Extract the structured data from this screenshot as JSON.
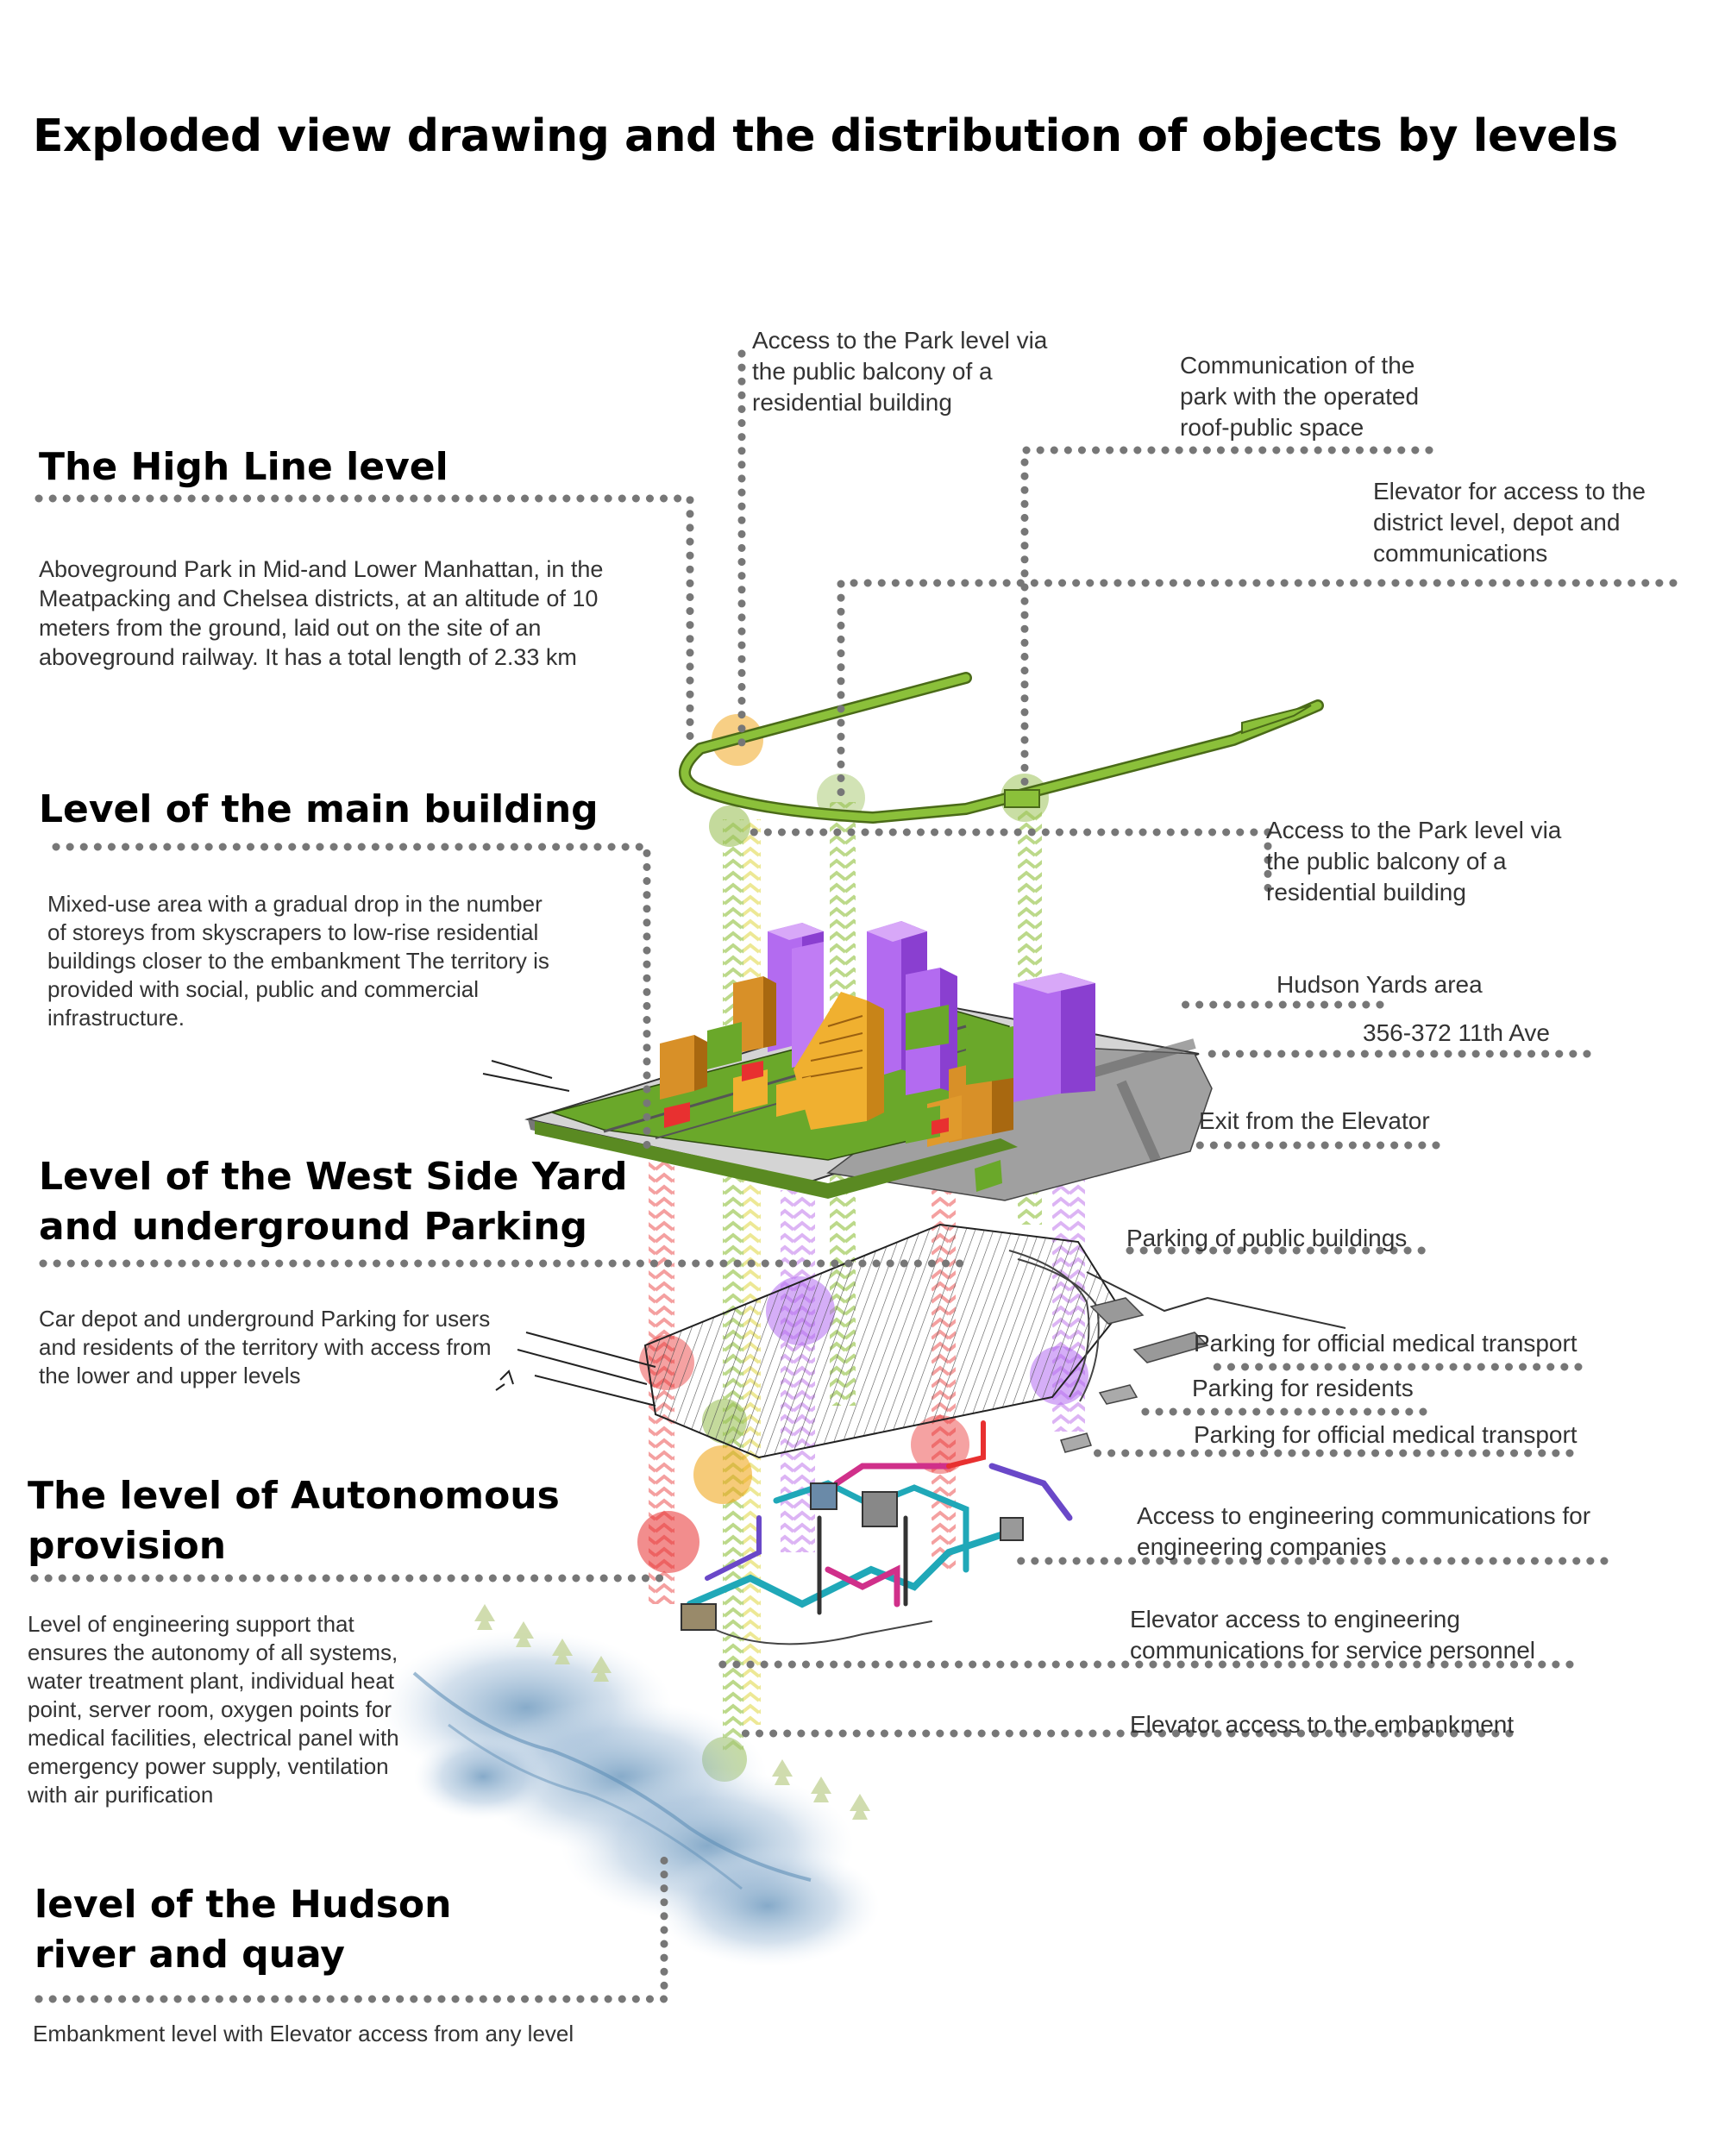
{
  "title": "Exploded view drawing and the distribution of objects by levels",
  "levels": [
    {
      "name": "The High Line level",
      "description": "Aboveground Park in Mid-and Lower Manhattan, in the Meatpacking and Chelsea districts, at an altitude of 10 meters from the ground, laid out on the site of an aboveground railway.  It has a total length of 2.33 km"
    },
    {
      "name": "Level of the main building",
      "description": "Mixed-use area with a gradual drop in the number of storeys from skyscrapers to low-rise residential buildings closer to the embankment  The territory is provided with social, public and commercial infrastructure."
    },
    {
      "name": "Level of the West Side Yard and underground Parking",
      "description": "Car depot and underground Parking for users and residents of the territory with access from the lower and upper levels"
    },
    {
      "name": "The level of Autonomous provision",
      "description": "Level of engineering support that ensures the autonomy of all systems, water treatment plant, individual heat point, server room, oxygen points for medical facilities, electrical panel with emergency power supply, ventilation with air purification"
    },
    {
      "name": "level of the Hudson river and quay",
      "description": "Embankment level with Elevator access from any level"
    }
  ],
  "callouts": {
    "access_park_top": "Access to the Park level via the public balcony of a residential building",
    "communication_roof": "Communication of the park with the operated roof-public space",
    "elevator_district": "Elevator for access to the district level, depot and communications",
    "access_park_mid": "Access to the Park level via the public balcony of a residential building",
    "hudson_yards": "Hudson Yards area",
    "address": "356-372 11th Ave",
    "exit_elevator": "Exit from the Elevator",
    "parking_public": "Parking of public buildings",
    "parking_medical_1": "Parking for official medical transport",
    "parking_residents": "Parking for residents",
    "parking_medical_2": "Parking for official medical transport",
    "access_engineering": "Access to engineering communications for engineering companies",
    "elevator_engineering": "Elevator access to engineering communications for service personnel",
    "elevator_embankment": "Elevator access to the embankment"
  },
  "colors": {
    "park_green": "#7aa62a",
    "building_purple": "#b36bf0",
    "building_orange": "#f0a820",
    "building_red": "#e83030",
    "ground_grey": "#9a9a9a",
    "pipe_cyan": "#20a8b8",
    "pipe_magenta": "#d0308a",
    "water_blue": "#5f8fb8",
    "leader_dots": "#777777"
  }
}
